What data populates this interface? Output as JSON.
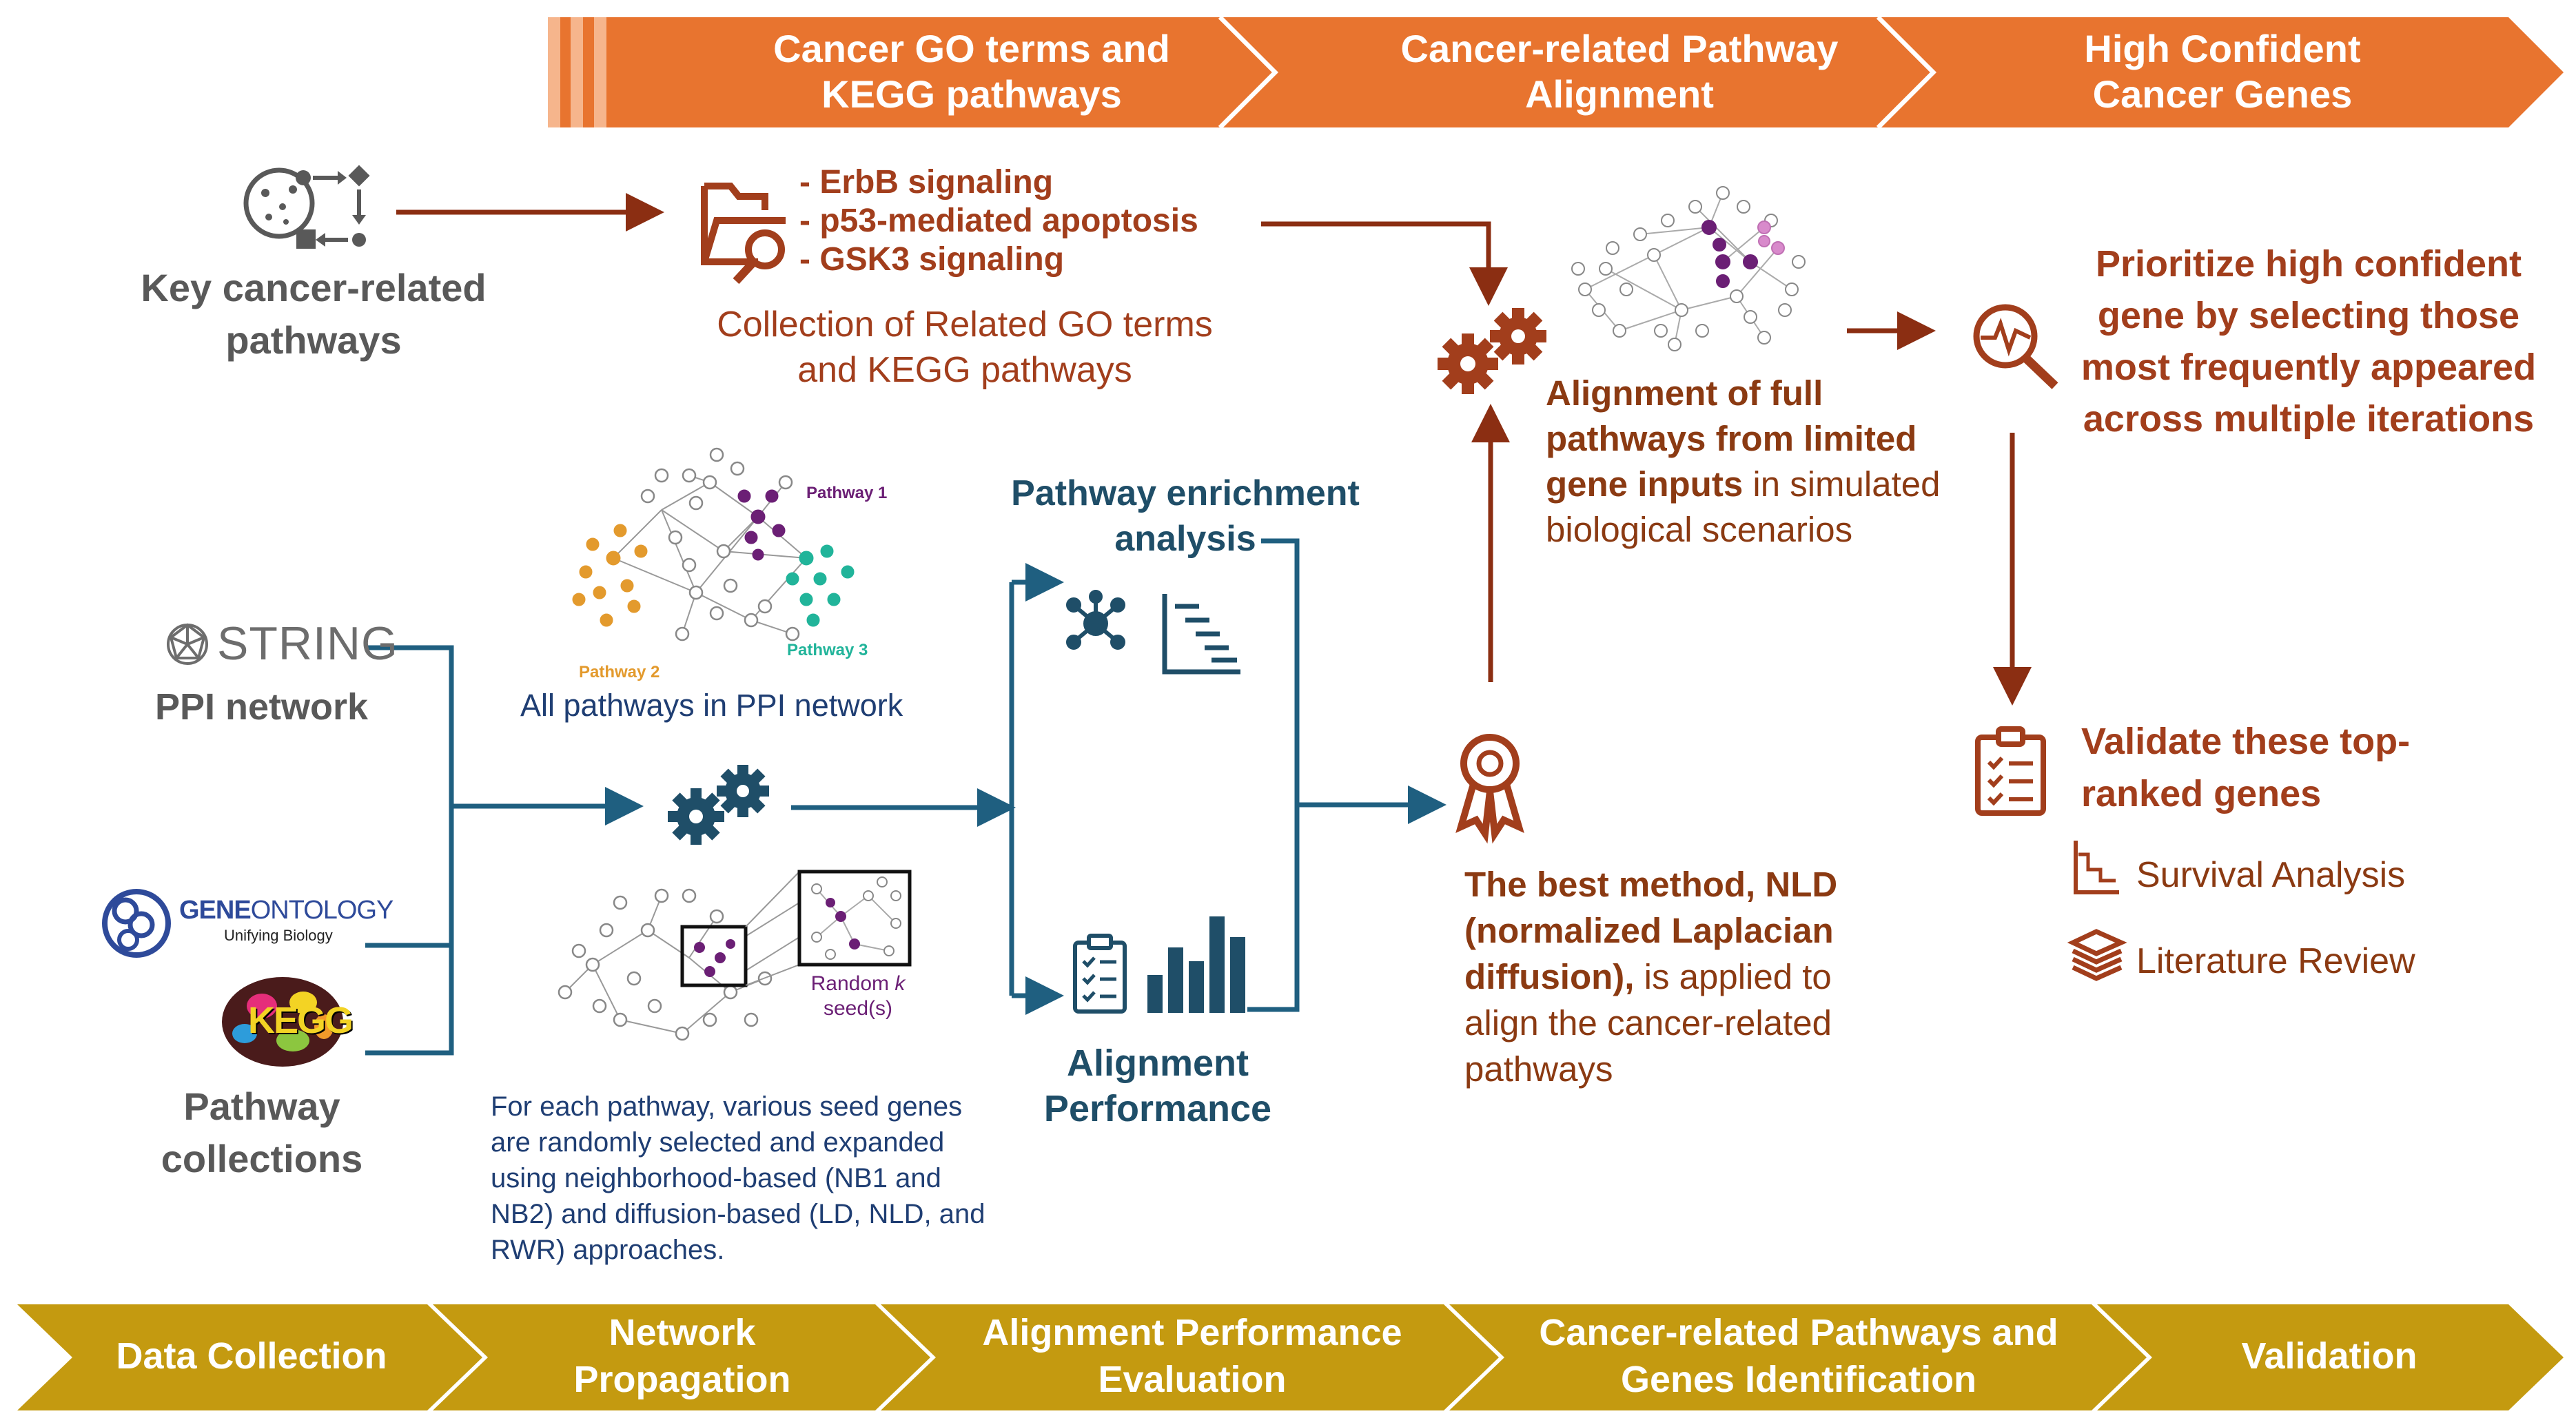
{
  "top_banner": {
    "steps": [
      {
        "label": "Cancer GO terms and KEGG pathways"
      },
      {
        "label": "Cancer-related Pathway Alignment"
      },
      {
        "label": "High Confident Cancer Genes"
      }
    ],
    "color": "#E8742F"
  },
  "bottom_banner": {
    "steps": [
      {
        "label": "Data Collection"
      },
      {
        "label": "Network Propagation"
      },
      {
        "label": "Alignment Performance Evaluation"
      },
      {
        "label": "Cancer-related Pathways and Genes Identification"
      },
      {
        "label": "Validation"
      }
    ],
    "color": "#C49A10"
  },
  "key_pathways": {
    "label": "Key cancer-related pathways",
    "icon": "pathway-diagram-icon"
  },
  "go_collection": {
    "items": [
      "- ErbB signaling",
      "- p53-mediated apoptosis",
      "- GSK3 signaling"
    ],
    "caption": "Collection of Related GO terms and KEGG pathways",
    "icon": "folder-search-icon"
  },
  "string": {
    "logo_text": "STRING",
    "label": "PPI network",
    "icon": "string-logo-icon"
  },
  "gene_ontology": {
    "logo_text_gene": "GENE",
    "logo_text_ontology": "ONTOLOGY",
    "tagline": "Unifying Biology",
    "icon": "gene-ontology-logo-icon"
  },
  "kegg": {
    "logo_text": "KEGG",
    "icon": "kegg-logo-icon"
  },
  "pathway_collections": {
    "label": "Pathway collections"
  },
  "ppi_network": {
    "caption": "All pathways in PPI network",
    "pathway1": "Pathway 1",
    "pathway2": "Pathway 2",
    "pathway3": "Pathway 3"
  },
  "seed": {
    "random_k": "Random",
    "k": "k",
    "seeds": "seed(s)",
    "description": "For each pathway, various seed genes are randomly selected and expanded using neighborhood-based (NB1 and NB2) and diffusion-based (LD, NLD, and RWR) approaches."
  },
  "enrichment": {
    "label": "Pathway enrichment analysis"
  },
  "alignment_perf": {
    "label": "Alignment Performance"
  },
  "best_method": {
    "bold": "The best method, NLD (normalized Laplacian diffusion),",
    "normal": "is applied to align the cancer-related pathways"
  },
  "full_alignment": {
    "bold": "Alignment of full pathways from limited gene inputs",
    "normal": "in simulated biological scenarios"
  },
  "prioritize": {
    "label": "Prioritize high confident gene by selecting those most frequently appeared across multiple iterations"
  },
  "validate": {
    "label": "Validate these top-ranked genes",
    "survival": "Survival Analysis",
    "literature": "Literature Review"
  },
  "colors": {
    "rust": "#A23E1C",
    "teal": "#1F5F80",
    "gray": "#595959",
    "purple": "#6B1F75",
    "orange_node": "#E39A2D",
    "green_node": "#21B49A"
  }
}
